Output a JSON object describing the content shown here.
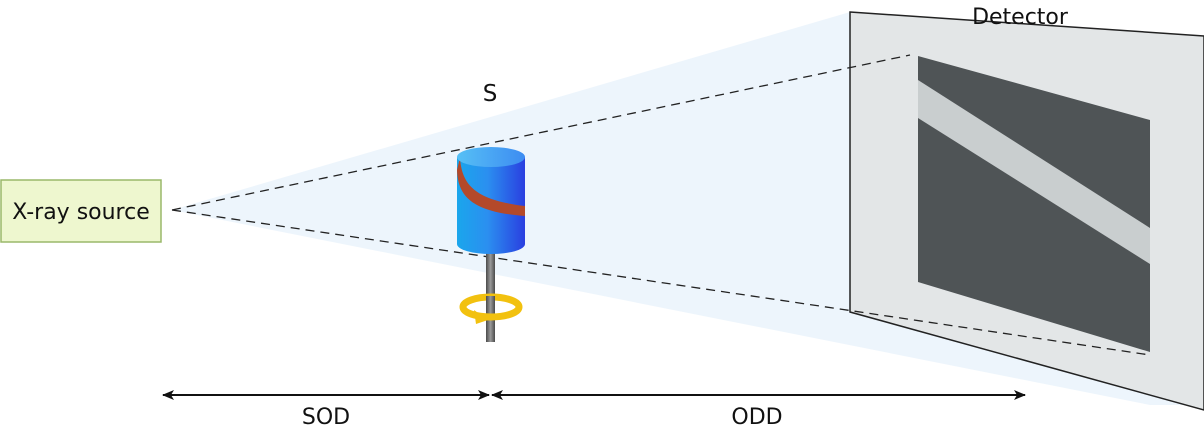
{
  "labels": {
    "source": "X-ray source",
    "sample": "S",
    "detector": "Detector",
    "sod": "SOD",
    "odd": "ODD"
  },
  "colors": {
    "source_box_fill": "#eef7cf",
    "source_box_stroke": "#9ab86a",
    "beam_fill": "#eaf3fb",
    "detector_frame": "#e3e6e7",
    "detector_image": "#4f5456",
    "detector_stripe": "#c9cecf",
    "cylinder_blue": "#2f8ff0",
    "cylinder_stripe": "#b4492a",
    "rotation_arrow": "#f2c10f",
    "rod": "#6b6b6b"
  },
  "icons": {
    "rotation": "rotation-arrow-icon",
    "double_arrow": "double-headed-arrow-icon"
  }
}
